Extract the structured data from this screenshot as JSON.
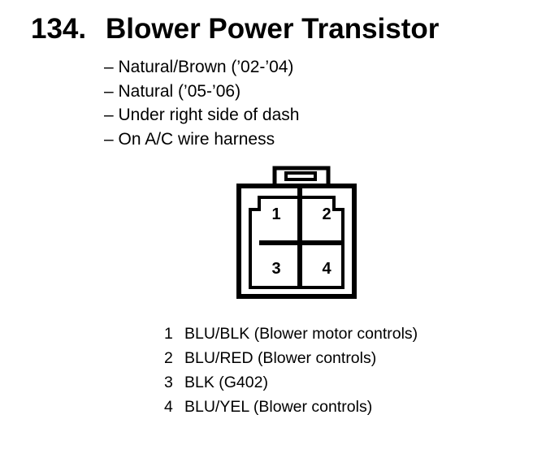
{
  "title": {
    "number": "134.",
    "text": "Blower Power Transistor"
  },
  "notes": [
    "– Natural/Brown (’02-’04)",
    "– Natural (’05-’06)",
    "– Under right side of dash",
    "– On A/C wire harness"
  ],
  "connector": {
    "pin_labels": [
      "1",
      "2",
      "3",
      "4"
    ]
  },
  "pinout": [
    {
      "pin": "1",
      "desc": "BLU/BLK (Blower motor controls)"
    },
    {
      "pin": "2",
      "desc": "BLU/RED (Blower controls)"
    },
    {
      "pin": "3",
      "desc": "BLK (G402)"
    },
    {
      "pin": "4",
      "desc": "BLU/YEL (Blower controls)"
    }
  ]
}
